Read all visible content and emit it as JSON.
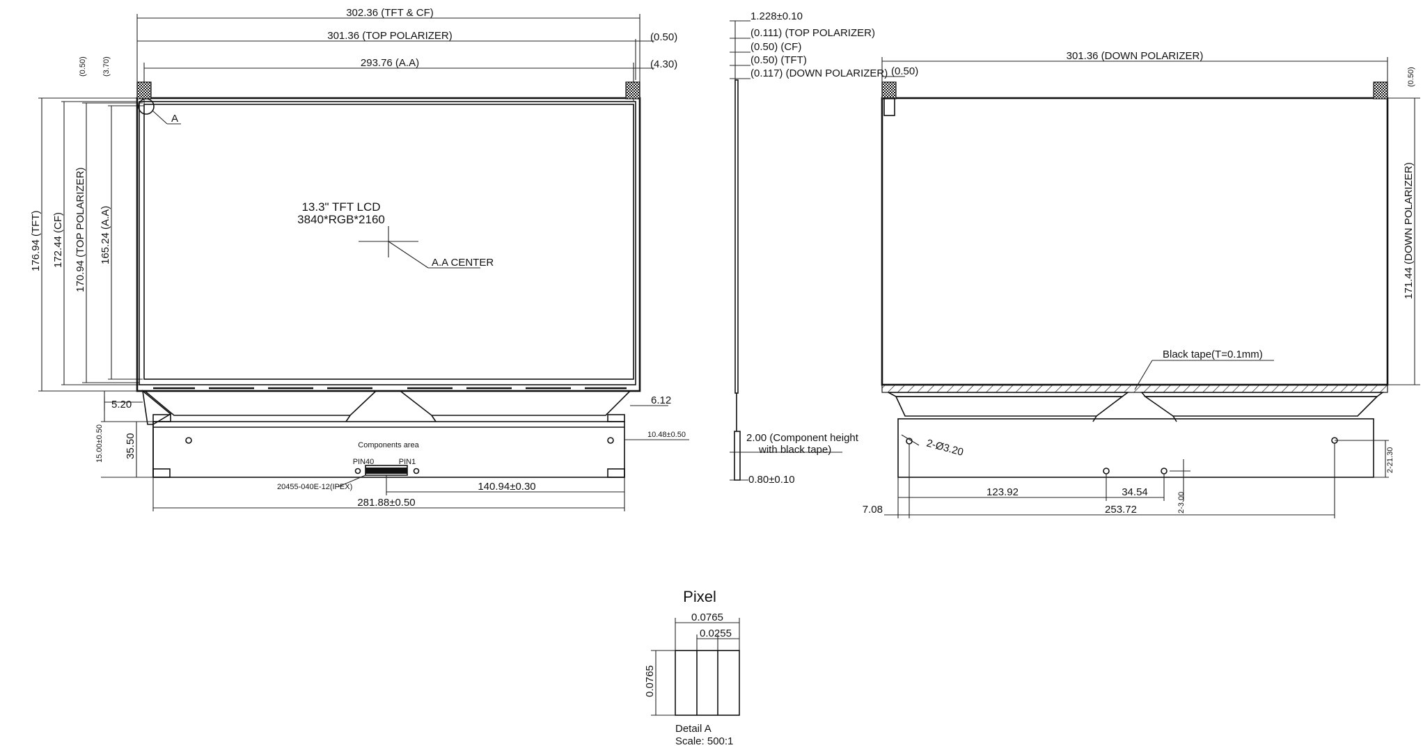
{
  "front_view": {
    "dim_width_tft_cf": "302.36 (TFT & CF)",
    "dim_width_top_pol": "301.36 (TOP POLARIZER)",
    "dim_width_aa": "293.76 (A.A)",
    "dim_right_050": "(0.50)",
    "dim_right_430": "(4.30)",
    "dim_left_050": "(0.50)",
    "dim_left_370": "(3.70)",
    "dim_h_tft": "176.94 (TFT)",
    "dim_h_cf": "172.44 (CF)",
    "dim_h_top_pol": "170.94 (TOP POLARIZER)",
    "dim_h_aa": "165.24 (A.A)",
    "detail_callout": "A",
    "title_line1": "13.3\" TFT LCD",
    "title_line2": "3840*RGB*2160",
    "center_label": "A.A CENTER",
    "dim_520": "5.20",
    "dim_612": "6.12",
    "dim_1500": "15.00±0.50",
    "dim_3550": "35.50",
    "dim_1048": "10.48±0.50",
    "components_area": "Components area",
    "pin40": "PIN40",
    "pin1": "PIN1",
    "connector_label": "20455-040E-12(IPEX)",
    "dim_14094": "140.94±0.30",
    "dim_28188": "281.88±0.50"
  },
  "side_view": {
    "dim_thickness": "1.228±0.10",
    "dim_top_pol": "(0.111) (TOP POLARIZER)",
    "dim_cf": "(0.50) (CF)",
    "dim_tft": "(0.50) (TFT)",
    "dim_down_pol": "(0.117) (DOWN POLARIZER)",
    "comp_height_line1": "2.00 (Component height",
    "comp_height_line2": "with black tape)",
    "dim_080": "0.80±0.10"
  },
  "back_view": {
    "dim_width_down_pol": "301.36 (DOWN POLARIZER)",
    "dim_left_050": "(0.50)",
    "dim_right_050": "(0.50)",
    "dim_h_down_pol": "171.44 (DOWN POLARIZER)",
    "black_tape": "Black tape(T=0.1mm)",
    "hole_dia": "2-Ø3.20",
    "dim_2130": "2-21.30",
    "dim_12392": "123.92",
    "dim_3454": "34.54",
    "dim_300": "2-3.00",
    "dim_708": "7.08",
    "dim_25372": "253.72"
  },
  "detail": {
    "title": "Pixel",
    "dim_pitch_w": "0.0765",
    "dim_sub_w": "0.0255",
    "dim_pitch_h": "0.0765",
    "detail_name": "Detail A",
    "scale": "Scale: 500:1"
  }
}
